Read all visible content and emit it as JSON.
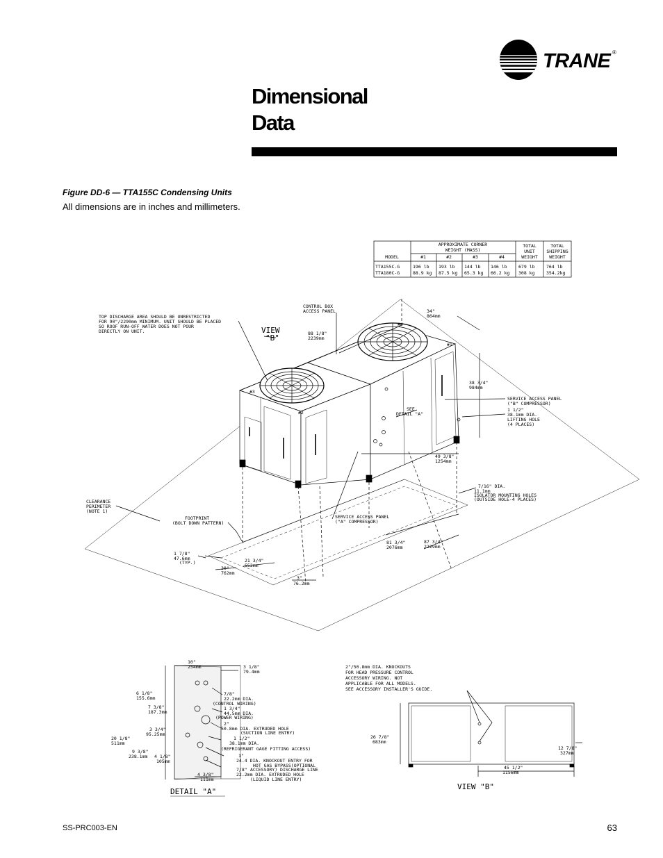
{
  "brand": {
    "name": "TRANE",
    "registered": "®"
  },
  "page_title": {
    "line1": "Dimensional",
    "line2": "Data"
  },
  "figure": {
    "caption": "Figure DD-6 — TTA155C Condensing Units",
    "note": "All dimensions are in inches and millimeters."
  },
  "weight_table": {
    "group_header_line1": "APPROXIMATE CORNER",
    "group_header_line2": "WEIGHT (MASS)",
    "col_model": "MODEL",
    "col_c1": "#1",
    "col_c2": "#2",
    "col_c3": "#3",
    "col_c4": "#4",
    "col_total_unit_1": "TOTAL",
    "col_total_unit_2": "UNIT",
    "col_total_unit_3": "WEIGHT",
    "col_total_ship_1": "TOTAL",
    "col_total_ship_2": "SHIPPING",
    "col_total_ship_3": "WEIGHT",
    "rows": [
      {
        "model": "TTA155C-G",
        "c1": "196 lb",
        "c2": "193 lb",
        "c3": "144 lb",
        "c4": "146 lb",
        "unit": "679 lb",
        "ship": "764 lb"
      },
      {
        "model": "TTA180C-G",
        "c1": "88.9 kg",
        "c2": "87.5 kg",
        "c3": "65.3 kg",
        "c4": "66.2 kg",
        "unit": "308 kg",
        "ship": "354.2kg"
      }
    ]
  },
  "callouts": {
    "top_discharge_1": "TOP DISCHARGE AREA SHOULD BE UNRESTRICTED",
    "top_discharge_2": "FOR 90\"/2290mm MINIMUM. UNIT SHOULD BE PLACED",
    "top_discharge_3": "SO ROOF RUN-OFF WATER DOES NOT POUR",
    "top_discharge_4": "DIRECTLY ON UNIT.",
    "control_box_1": "CONTROL BOX",
    "control_box_2": "ACCESS PANEL",
    "view_b": "VIEW",
    "view_b_letter": "\"B\"",
    "dim_88_in": "88 1/8\"",
    "dim_88_mm": "2239mm",
    "dim_34_in": "34\"",
    "dim_34_mm": "864mm",
    "corner_4": "#4",
    "corner_1": "#1",
    "corner_3": "#3",
    "corner_2": "#2",
    "dim_38_in": "38 3/4\"",
    "dim_38_mm": "984mm",
    "see_detail_1": "SEE",
    "see_detail_2": "DETAIL \"A\"",
    "service_b_1": "SERVICE ACCESS PANEL",
    "service_b_2": "(\"B\" COMPRESSOR)",
    "lift_1": "1 1/2\"",
    "lift_2": "38.1mm  DIA.",
    "lift_3": "LIFTING HOLE",
    "lift_4": "(4 PLACES)",
    "dim_49_in": "49 3/8\"",
    "dim_49_mm": "1254mm",
    "iso_1": "7/16\"  DIA.",
    "iso_2": "11.1mm",
    "iso_3": "ISOLATOR MOUNTING HOLES",
    "iso_4": "(OUTSIDE HOLE-4 PLACES)",
    "clear_1": "CLEARANCE",
    "clear_2": "PERIMETER",
    "clear_3": "(NOTE 1)",
    "foot_1": "FOOTPRINT",
    "foot_2": "(BOLT DOWN PATTERN)",
    "service_a_1": "SERVICE ACCESS PANEL",
    "service_a_2": "(\"A\" COMPRESSOR)",
    "dim_81_in": "81 3/4\"",
    "dim_81_mm": "2076mm",
    "dim_87_in": "87 3/4\"",
    "dim_87_mm": "2229mm",
    "dim_178_in": "1 7/8\"",
    "dim_178_mm": "47.6mm",
    "dim_178_typ": "(TYP.)",
    "dim_21_in": "21 3/4\"",
    "dim_21_mm": "552mm",
    "dim_30_in": "30\"",
    "dim_30_mm": "762mm",
    "dim_3_in": "3\"",
    "dim_3_mm": "76.2mm"
  },
  "detail_a": {
    "label": "DETAIL \"A\"",
    "d10_in": "10\"",
    "d10_mm": "254mm",
    "d318_in": "3 1/8\"",
    "d318_mm": "79.4mm",
    "d618_in": "6 1/8\"",
    "d618_mm": "155.6mm",
    "d738_in": "7 3/8\"",
    "d738_mm": "187.3mm",
    "d334_in": "3 3/4\"",
    "d334_mm": "95.25mm",
    "d2018_in": "20 1/8\"",
    "d2018_mm": "511mm",
    "d938_in": "9 3/8\"",
    "d938_mm": "238.1mm",
    "d418_in": "4 1/8\"",
    "d418_mm": "105mm",
    "d438_in": "4 3/8\"",
    "d438_mm": "111mm",
    "h1_1": "7/8\"",
    "h1_2": "22.2mm   DIA.",
    "h1_3": "(CONTROL WIRING)",
    "h2_1": "1 3/4\"",
    "h2_2": "44.5mm  DIA.",
    "h2_3": "(POWER WIRING)",
    "h3_1": "2\"",
    "h3_2": "50.8mm  DIA. EXTRUDED HOLE",
    "h3_3": "(SUCTION LINE ENTRY)",
    "h4_1": "1 1/2\"",
    "h4_2": "38.1mm  DIA.",
    "h4_3": "(REFRIGERANT GAGE FITTING ACCESS)",
    "h5_1": "1\"",
    "h5_2": "24.4  DIA. KNOCKOUT ENTRY FOR",
    "h5_3": "HOT GAS BYPASS(OPTIONAL",
    "h5_4": "ACCESSORY) DISCHARGE LINE",
    "h6_1": "7/8\"",
    "h6_2": "22.2mm  DIA. EXTRUDED HOLE",
    "h6_3": "(LIQUID LINE ENTRY)"
  },
  "view_b_detail": {
    "label": "VIEW  \"B\"",
    "note_1": "2\"/50.8mm DIA. KNOCKOUTS",
    "note_2": "FOR HEAD PRESSURE CONTROL",
    "note_3": "ACCESSORY  WIRING. NOT",
    "note_4": "APPLICABLE FOR ALL MODELS.",
    "note_5": "SEE ACCESSORY INSTALLER'S GUIDE.",
    "d2678_in": "26 7/8\"",
    "d2678_mm": "683mm",
    "d1278_in": "12 7/8\"",
    "d1278_mm": "327mm",
    "d4512_in": "45 1/2\"",
    "d4512_mm": "1156mm"
  },
  "footer": {
    "doc_number": "SS-PRC003-EN",
    "page_number": "63"
  }
}
